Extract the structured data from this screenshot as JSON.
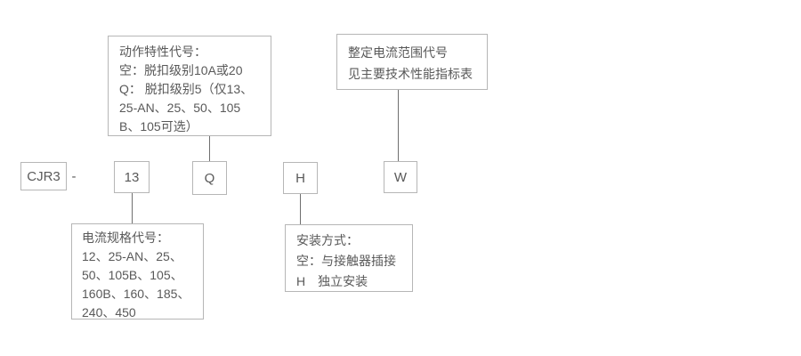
{
  "codes": {
    "prefix": "CJR3",
    "separator": "-",
    "spec": "13",
    "trip": "Q",
    "mount": "H",
    "range": "W"
  },
  "callout_trip": {
    "lines": [
      "动作特性代号：",
      "空：脱扣级别10A或20",
      "Q： 脱扣级别5（仅13、",
      "25-AN、25、50、105",
      "B、105可选）"
    ]
  },
  "callout_range": {
    "lines": [
      "整定电流范围代号",
      "见主要技术性能指标表"
    ]
  },
  "callout_spec": {
    "lines": [
      "电流规格代号：",
      "12、25-AN、25、",
      "50、105B、105、",
      "160B、160、185、",
      "240、450"
    ]
  },
  "callout_mount": {
    "lines": [
      "安装方式：",
      "空：与接触器插接",
      "H　独立安装"
    ]
  },
  "colors": {
    "border": "#b6b6b6",
    "text": "#595959",
    "line": "#6f6f6f",
    "background": "#ffffff"
  }
}
